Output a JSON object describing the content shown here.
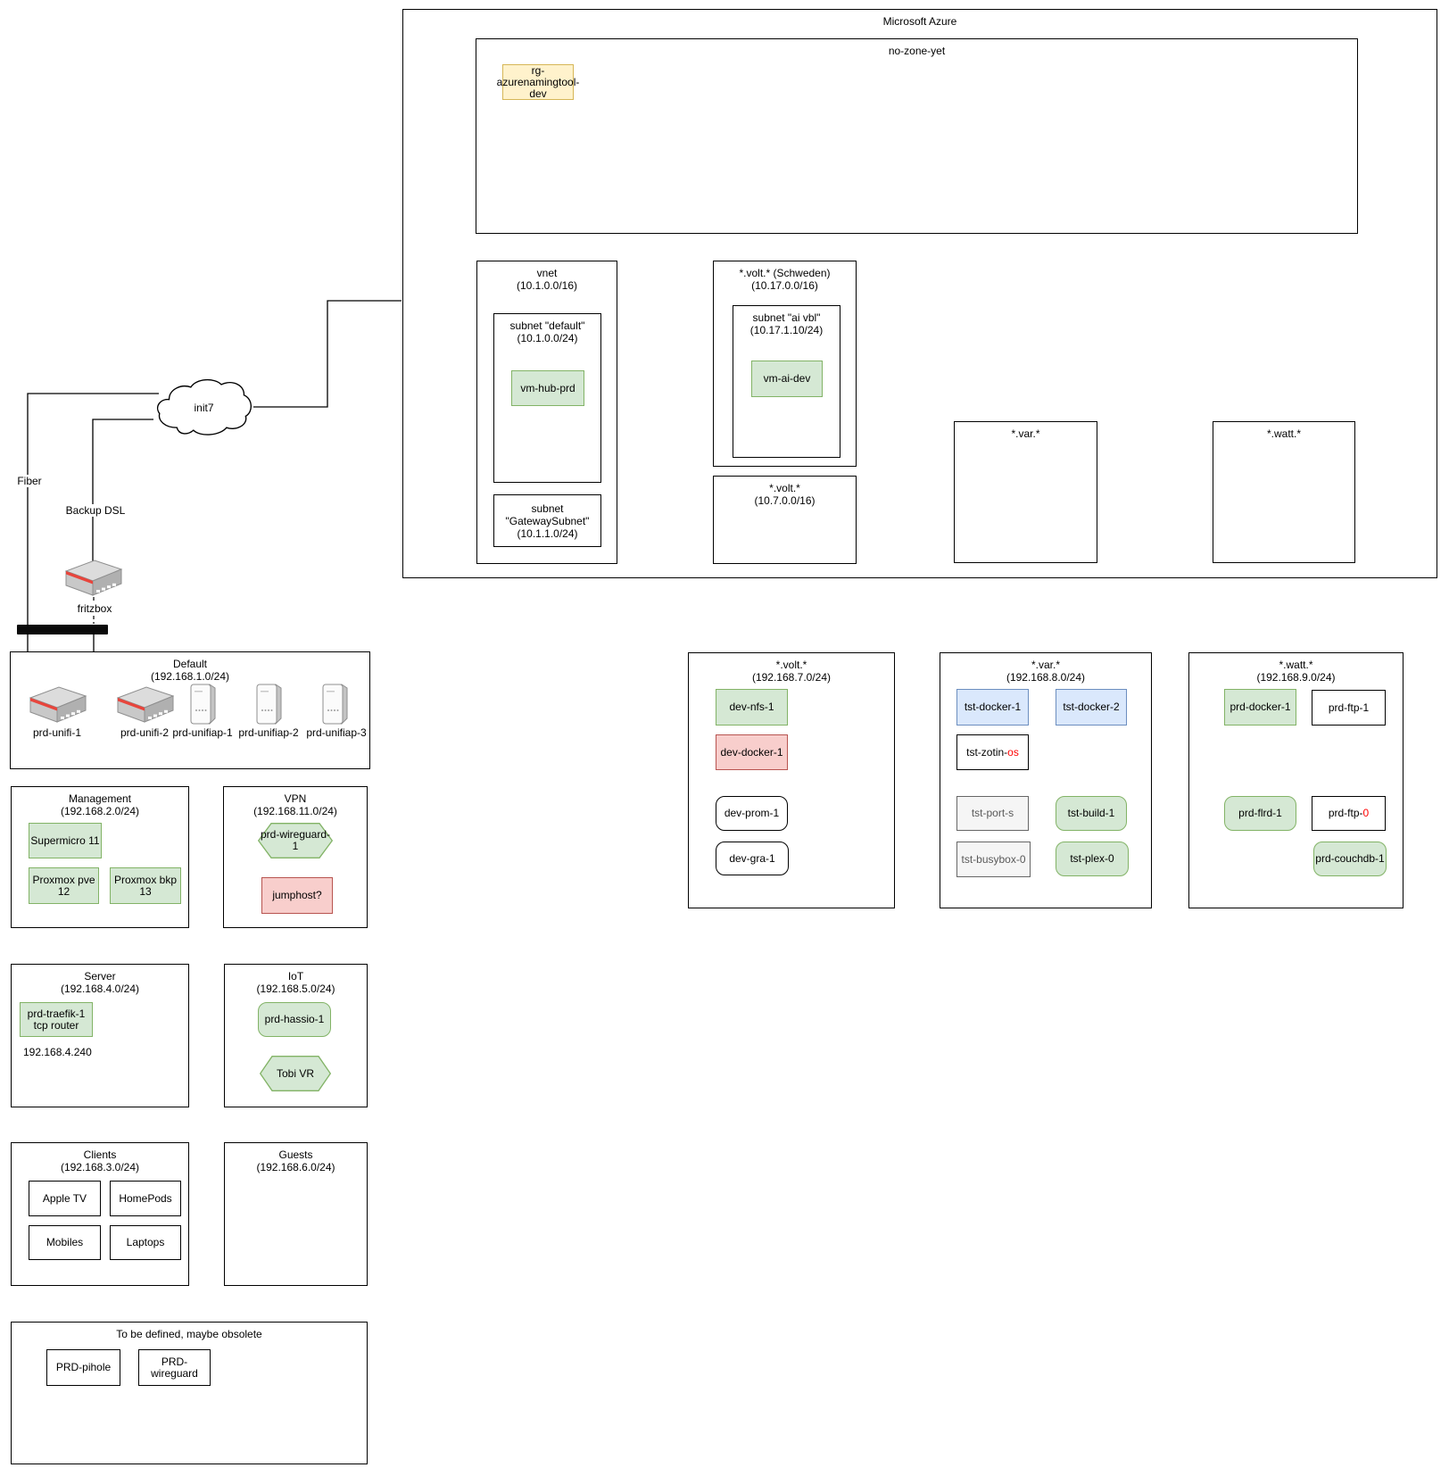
{
  "wan": {
    "cloud_label": "init7",
    "fiber_label": "Fiber",
    "dsl_label": "Backup DSL",
    "fritzbox_label": "fritzbox"
  },
  "azure": {
    "title": "Microsoft Azure",
    "no_zone": {
      "title": "no-zone-yet",
      "rg": "rg-azurenamingtool-dev"
    },
    "vnet": {
      "title": "vnet",
      "cidr": "(10.1.0.0/16)",
      "subnet_default": {
        "title": "subnet \"default\"",
        "cidr": "(10.1.0.0/24)",
        "vm": "vm-hub-prd"
      },
      "subnet_gateway": {
        "l1": "subnet",
        "l2": "\"GatewaySubnet\"",
        "l3": "(10.1.1.0/24)"
      }
    },
    "volt_sweden": {
      "title": "*.volt.* (Schweden)",
      "cidr": "(10.17.0.0/16)",
      "subnet_ai": {
        "title": "subnet \"ai vbl\"",
        "cidr": "(10.17.1.10/24)",
        "vm": "vm-ai-dev"
      }
    },
    "volt7": {
      "title": "*.volt.*",
      "cidr": "(10.7.0.0/16)"
    },
    "var_zone": {
      "title": "*.var.*"
    },
    "watt_zone": {
      "title": "*.watt.*"
    }
  },
  "lan": {
    "default": {
      "title": "Default",
      "cidr": "(192.168.1.0/24)",
      "devices": [
        "prd-unifi-1",
        "prd-unifi-2",
        "prd-unifiap-1",
        "prd-unifiap-2",
        "prd-unifiap-3"
      ]
    },
    "management": {
      "title": "Management",
      "cidr": "(192.168.2.0/24)",
      "nodes": [
        "Supermicro 11",
        "Proxmox pve 12",
        "Proxmox bkp 13"
      ]
    },
    "vpn": {
      "title": "VPN",
      "cidr": "(192.168.11.0/24)",
      "wireguard": "prd-wireguard-1",
      "jumphost": "jumphost?"
    },
    "server": {
      "title": "Server",
      "cidr": "(192.168.4.0/24)",
      "traefik": "prd-traefik-1 tcp router",
      "ip": "192.168.4.240"
    },
    "iot": {
      "title": "IoT",
      "cidr": "(192.168.5.0/24)",
      "hassio": "prd-hassio-1",
      "tobi": "Tobi VR"
    },
    "clients": {
      "title": "Clients",
      "cidr": "(192.168.3.0/24)",
      "nodes": [
        "Apple TV",
        "HomePods",
        "Mobiles",
        "Laptops"
      ]
    },
    "guests": {
      "title": "Guests",
      "cidr": "(192.168.6.0/24)"
    },
    "tbd": {
      "title": "To be defined, maybe obsolete",
      "nodes": [
        "PRD-pihole",
        "PRD-wireguard"
      ]
    },
    "volt": {
      "title": "*.volt.*",
      "cidr": "(192.168.7.0/24)",
      "nodes": [
        "dev-nfs-1",
        "dev-docker-1",
        "dev-prom-1",
        "dev-gra-1"
      ]
    },
    "var": {
      "title": "*.var.*",
      "cidr": "(192.168.8.0/24)",
      "docker1": "tst-docker-1",
      "docker2": "tst-docker-2",
      "zotin_main": "tst-zotin-",
      "zotin_accent": "os",
      "port": "tst-port-s",
      "busybox": "tst-busybox-0",
      "build": "tst-build-1",
      "plex": "tst-plex-0"
    },
    "watt": {
      "title": "*.watt.*",
      "cidr": "(192.168.9.0/24)",
      "docker": "prd-docker-1",
      "ftp1": "prd-ftp-1",
      "flrd": "prd-flrd-1",
      "ftp0_main": "prd-ftp-",
      "ftp0_accent": "0",
      "couchdb": "prd-couchdb-1"
    }
  },
  "icons": {
    "cloud": "cloud-shape",
    "router": "router-3d",
    "access_point": "ap-3d",
    "bus": "bus-bar"
  },
  "colors": {
    "green": "#d5e8d4",
    "green_border": "#82b366",
    "red": "#f8cecc",
    "red_border": "#b85450",
    "blue": "#dae8fc",
    "blue_border": "#6c8ebf",
    "yellow": "#fff2cc",
    "yellow_border": "#d6b656",
    "gray": "#f5f5f5",
    "gray_border": "#666666",
    "accent_text": "#ff0000"
  }
}
